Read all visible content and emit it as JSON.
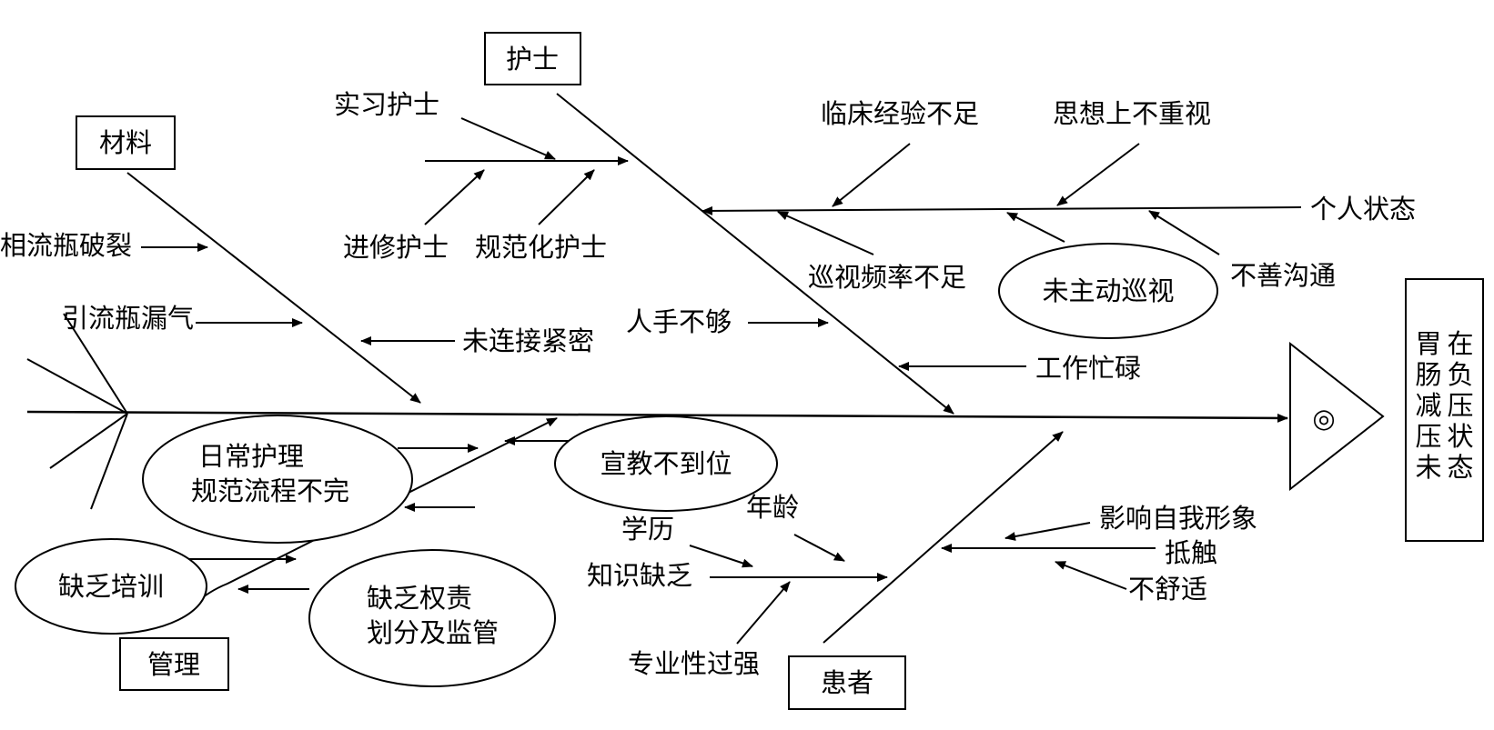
{
  "categories": {
    "nurse": "护士",
    "material": "材料",
    "management": "管理",
    "patient": "患者"
  },
  "result": {
    "col1": [
      "胃",
      "肠",
      "减",
      "压",
      "未"
    ],
    "col2": [
      "在",
      "负",
      "压",
      "状",
      "态"
    ]
  },
  "personal_state": {
    "branch_label": "个人状态",
    "lack_experience": "临床经验不足",
    "not_valued": "思想上不重视",
    "patrol_frequency": "巡视频率不足",
    "no_active_patrol": "未主动巡视",
    "poor_communication": "不善沟通"
  },
  "nurse_types": {
    "intern": "实习护士",
    "advanced": "进修护士",
    "standardized": "规范化护士"
  },
  "nurse_other": {
    "understaffed": "人手不够",
    "busy_work": "工作忙碌"
  },
  "material_causes": {
    "bottle_broken": "相流瓶破裂",
    "bottle_leak": "引流瓶漏气",
    "not_tight": "未连接紧密"
  },
  "management_causes": {
    "daily_care_line1": "日常护理",
    "daily_care_line2": "规范流程不完",
    "education": "宣教不到位",
    "lack_training": "缺乏培训",
    "lack_authority_line1": "缺乏权责",
    "lack_authority_line2": "划分及监管"
  },
  "patient_causes": {
    "self_image": "影响自我形象",
    "resistance": "抵触",
    "discomfort": "不舒适",
    "age": "年龄",
    "education_level": "学历",
    "lack_knowledge": "知识缺乏",
    "too_professional": "专业性过强"
  },
  "head_symbol": "◎"
}
